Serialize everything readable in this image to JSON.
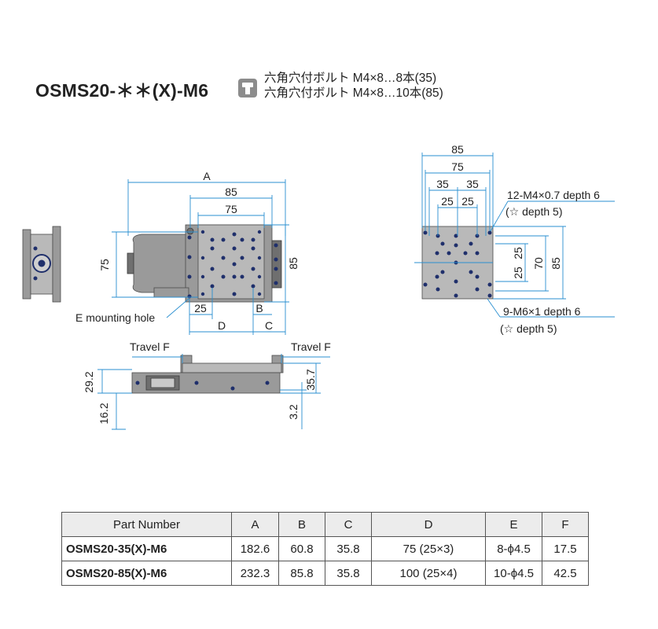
{
  "header": {
    "model": "OSMS20-＊＊(X)-M6",
    "bolt_line_1": "六角穴付ボルト M4×8…8本(35)",
    "bolt_line_2": "六角穴付ボルト M4×8…10本(85)",
    "bolt_icon": "hex-socket-bolt-icon"
  },
  "top_view": {
    "dim_a": "A",
    "dim_85": "85",
    "dim_75": "75",
    "dim_left_75": "75",
    "dim_right_85": "85",
    "dim_25": "25",
    "dim_b": "B",
    "dim_d": "D",
    "dim_c": "C",
    "e_mounting_hole": "E mounting hole"
  },
  "side_view": {
    "travel_left": "Travel F",
    "travel_right": "Travel F",
    "dim_29_2": "29.2",
    "dim_16_2": "16.2",
    "dim_35_7": "35.7",
    "dim_3_2": "3.2"
  },
  "table_view": {
    "dim_85": "85",
    "dim_75": "75",
    "dim_35_left": "35",
    "dim_35_right": "35",
    "dim_25_left": "25",
    "dim_25_right": "25",
    "dim_v_25_top": "25",
    "dim_v_25_bottom": "25",
    "dim_v_70": "70",
    "dim_v_85": "85",
    "tap_m4": "12-M4×0.7 depth 6",
    "tap_m4_star": "(☆ depth 5)",
    "tap_m6": "9-M6×1 depth 6",
    "tap_m6_star": "(☆ depth 5)"
  },
  "spec_table": {
    "headers": [
      "Part Number",
      "A",
      "B",
      "C",
      "D",
      "E",
      "F"
    ],
    "rows": [
      [
        "OSMS20-35(X)-M6",
        "182.6",
        "60.8",
        "35.8",
        "75 (25×3)",
        "8-ϕ4.5",
        "17.5"
      ],
      [
        "OSMS20-85(X)-M6",
        "232.3",
        "85.8",
        "35.8",
        "100 (25×4)",
        "10-ϕ4.5",
        "42.5"
      ]
    ]
  },
  "colors": {
    "dimension": "#2a8fd0",
    "part": "#9a9a9a",
    "hole": "#1f2f6b"
  }
}
